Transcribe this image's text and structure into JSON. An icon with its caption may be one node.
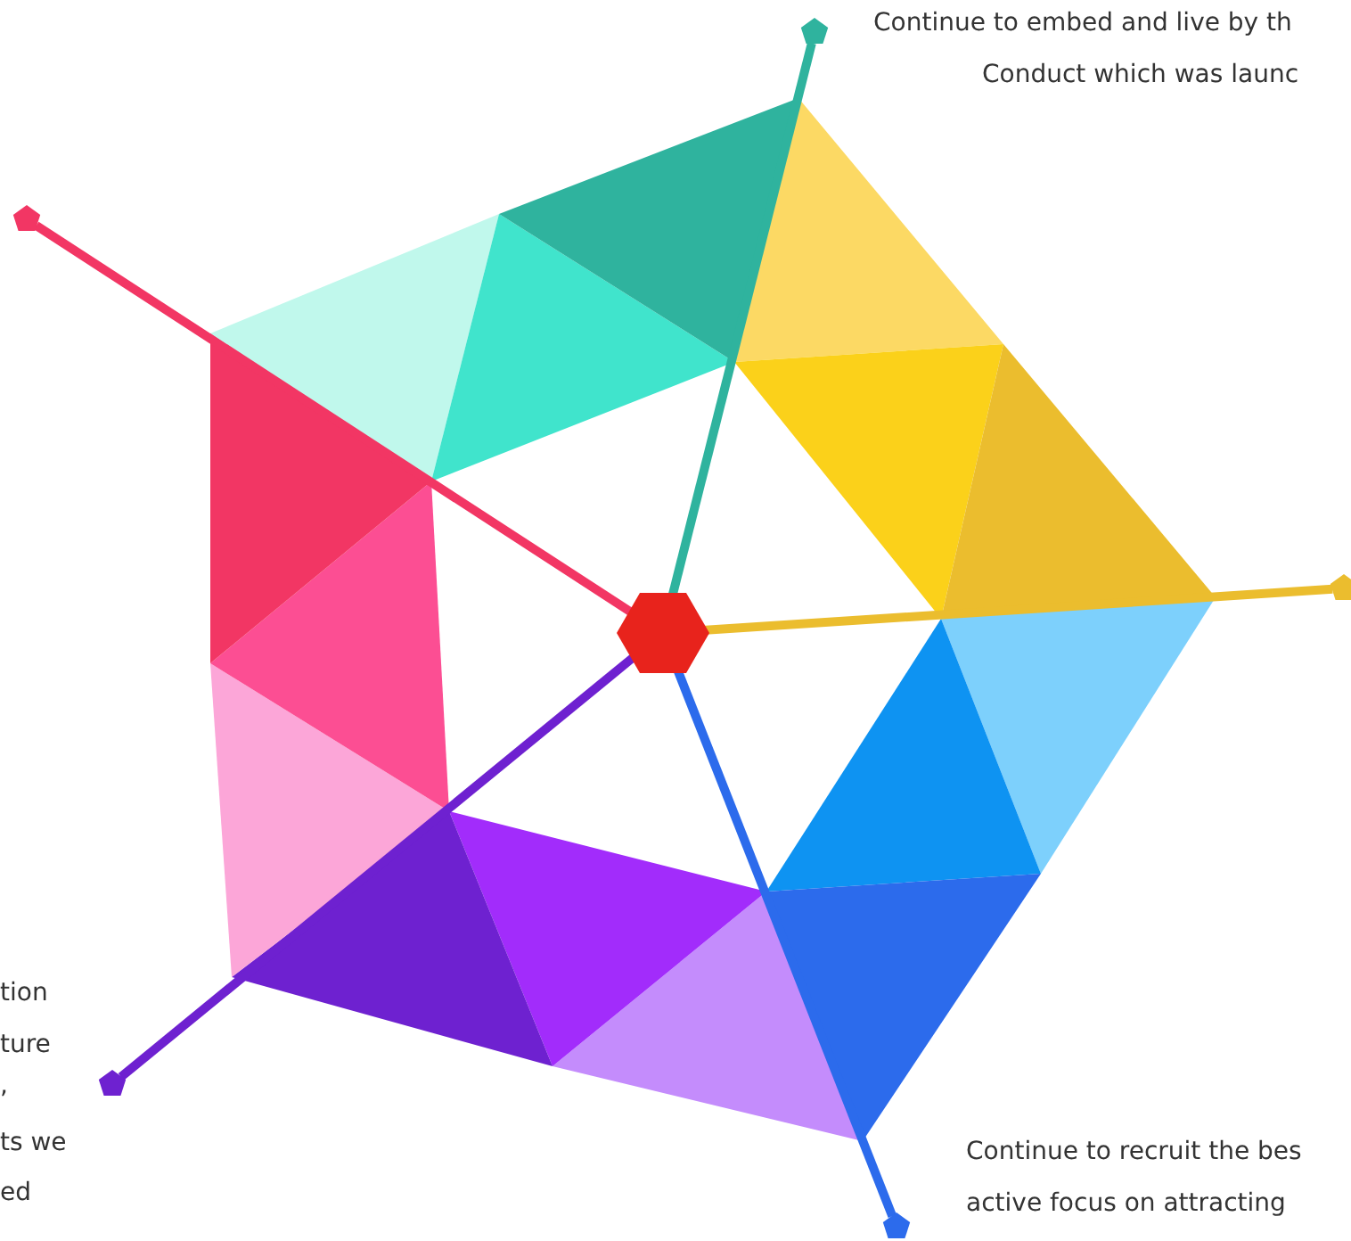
{
  "diagram": {
    "nodes": [
      {
        "text": [],
        "shape": "hexagon"
      },
      {
        "text": [],
        "shape": "pentagon"
      },
      {
        "text": [],
        "shape": "pentagon"
      },
      {
        "text": [],
        "shape": "pentagon"
      },
      {
        "text": [],
        "shape": "pentagon"
      },
      {
        "text": [],
        "shape": "pentagon"
      }
    ],
    "edges": [
      {
        "from": 0,
        "to": 1,
        "arrow": "none",
        "color": "#2fb39e"
      },
      {
        "from": 0,
        "to": 2,
        "arrow": "none",
        "color": "#ebbd2e"
      },
      {
        "from": 0,
        "to": 3,
        "arrow": "none",
        "color": "#2c6bec"
      },
      {
        "from": 0,
        "to": 4,
        "arrow": "none",
        "color": "#6e21d0"
      },
      {
        "from": 0,
        "to": 5,
        "arrow": "none",
        "color": "#f23664"
      }
    ],
    "labels": [
      "Continue to embed and live by th",
      "Conduct which was launc",
      "tion",
      "ture",
      ",",
      "ts we",
      "ed",
      "Continue to recruit the bes",
      "active focus on attracting"
    ]
  }
}
